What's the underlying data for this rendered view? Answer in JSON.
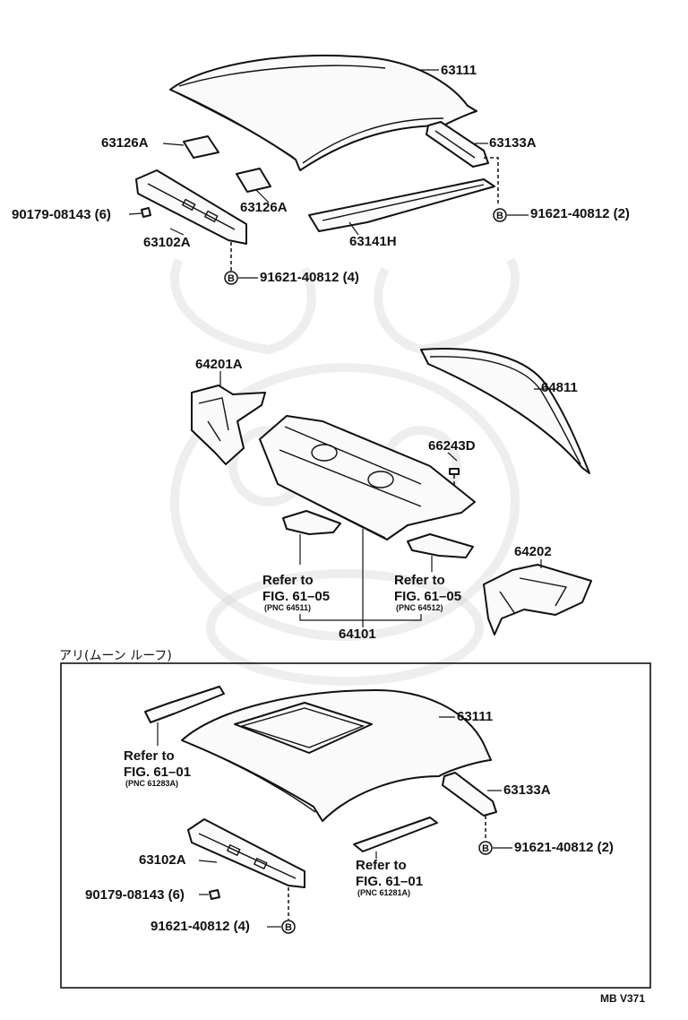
{
  "top": {
    "roof_panel": "63111",
    "sunshade_reinf_a": "63126A",
    "sunshade_reinf_b": "63126A",
    "rail_rear": "63133A",
    "bolt_right": "91621-40812 (2)",
    "clip": "90179-08143 (6)",
    "front_header": "63102A",
    "bolt_bottom": "91621-40812 (4)",
    "bow": "63141H",
    "bolt_marker": "B"
  },
  "middle": {
    "quarter_inner_left": "64201A",
    "back_window_glass": "64811",
    "plug": "66243D",
    "refer_left_1": "Refer to",
    "refer_left_2": "FIG. 61–05",
    "refer_left_pnc": "(PNC 64511)",
    "refer_right_1": "Refer to",
    "refer_right_2": "FIG. 61–05",
    "refer_right_pnc": "(PNC 64512)",
    "quarter_inner_right": "64202",
    "package_tray": "64101"
  },
  "moonroof": {
    "title": "アリ(ムーン ルーフ)",
    "roof_panel": "63111",
    "refer_a_1": "Refer to",
    "refer_a_2": "FIG. 61–01",
    "refer_a_pnc": "(PNC 61283A)",
    "rail_rear": "63133A",
    "bolt_right": "91621-40812 (2)",
    "front_header": "63102A",
    "refer_b_1": "Refer to",
    "refer_b_2": "FIG. 61–01",
    "refer_b_pnc": "(PNC 61281A)",
    "clip": "90179-08143 (6)",
    "bolt_left": "91621-40812 (4)",
    "bolt_marker": "B"
  },
  "footer": {
    "code": "MB V371"
  }
}
